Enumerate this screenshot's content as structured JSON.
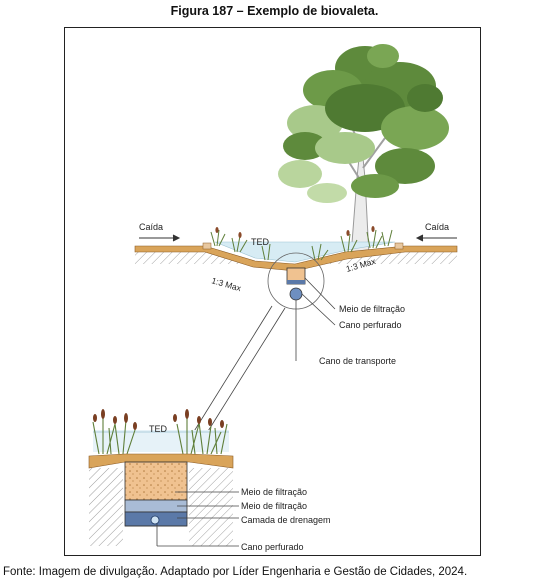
{
  "figure": {
    "title": "Figura 187 – Exemplo de biovaleta.",
    "source": "Fonte: Imagem de divulgação. Adaptado por Líder Engenharia e Gestão de Cidades, 2024."
  },
  "diagram": {
    "inflow_left": "Caída",
    "inflow_right": "Caída",
    "ted_top": "TED",
    "slope_left": "1:3 Max",
    "slope_right": "1:3 Max",
    "label_filter": "Meio de filtração",
    "label_pipe": "Cano perfurado",
    "label_transport": "Cano de transporte",
    "detail": {
      "ted": "TED",
      "filter_1": "Meio de filtração",
      "filter_2": "Meio de filtração",
      "drain_layer": "Camada de drenagem",
      "pipe": "Cano perfurado"
    }
  },
  "colors": {
    "soil": "#d9a45a",
    "filter_media": "#f0c290",
    "gravel": "#8aa5c9",
    "drain": "#5b79a8",
    "water": "#d7ecf4",
    "foliage_dark": "#5e8a3c",
    "foliage_light": "#a8c98a",
    "grass": "#5f7f3a"
  }
}
